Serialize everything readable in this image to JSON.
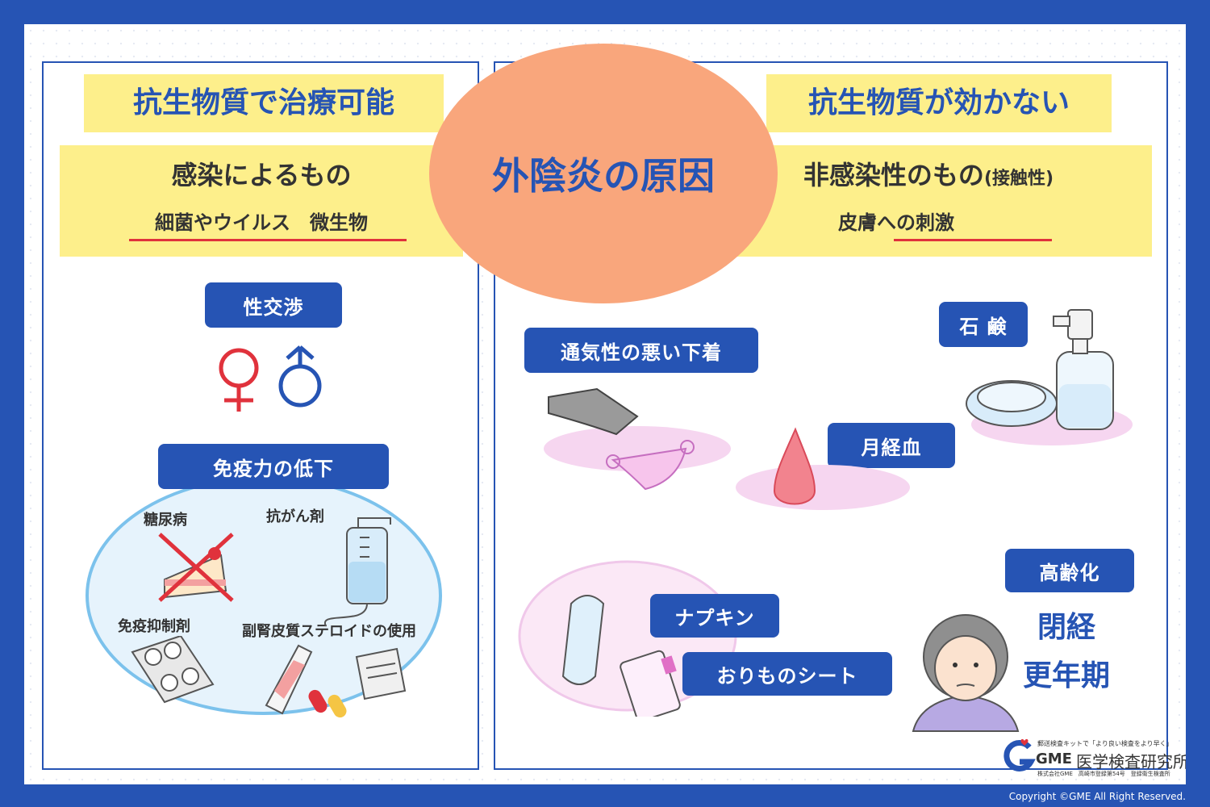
{
  "title": "外陰炎の原因",
  "left": {
    "header": "抗生物質で治療可能",
    "category": "感染によるもの",
    "examples": "細菌やウイルス　微生物",
    "sex_label": "性交渉",
    "immunity_label": "免疫力の低下",
    "items": {
      "diabetes": "糖尿病",
      "anticancer": "抗がん剤",
      "immunosuppressant": "免疫抑制剤",
      "steroid": "副腎皮質ステロイドの使用"
    }
  },
  "right": {
    "header": "抗生物質が効かない",
    "category": "非感染性のもの",
    "category_note": "(接触性)",
    "examples": "皮膚への刺激",
    "items": {
      "underwear": "通気性の悪い下着",
      "soap": "石 鹸",
      "menstrual": "月経血",
      "napkin": "ナプキン",
      "panty_liner": "おりものシート",
      "aging": "高齢化",
      "menopause": "閉経",
      "climacteric": "更年期"
    }
  },
  "logo": {
    "tagline": "郵送検査キットで「より良い検査をより早く」",
    "name": "GME",
    "institute": "医学検査研究所",
    "registration": "株式会社GME　高崎市登録第54号　登録衛生検査所"
  },
  "copyright": "Copyright ©GME All Right Reserved.",
  "colors": {
    "blue": "#2654b4",
    "yellow": "#fdef8b",
    "orange": "#f9a67c",
    "red": "#e0323c",
    "pink": "#f5c6e6"
  }
}
